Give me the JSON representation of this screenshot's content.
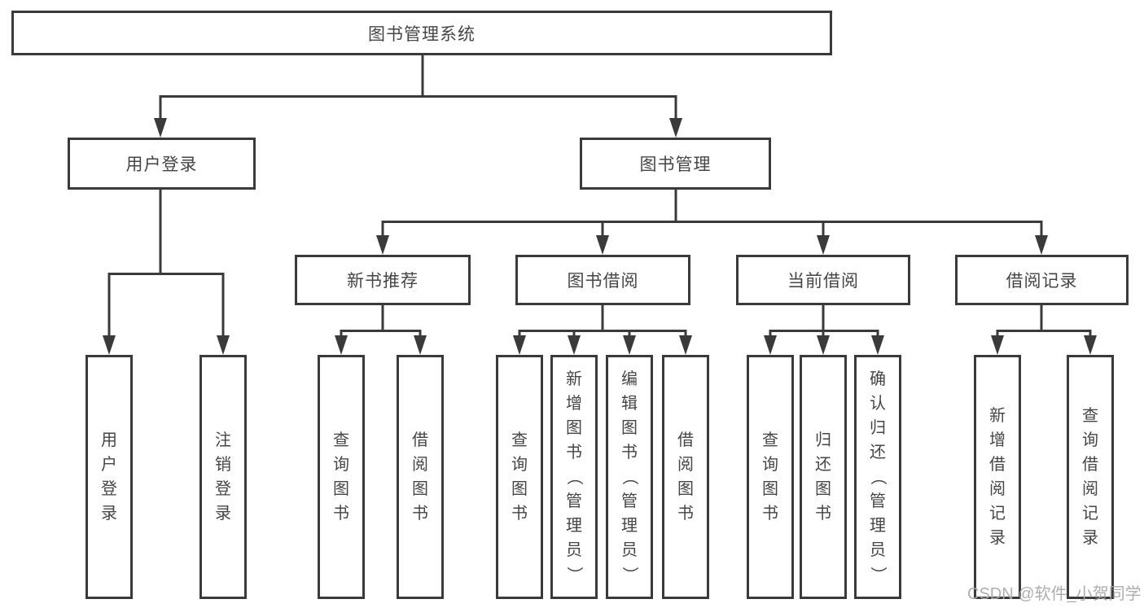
{
  "tree": {
    "root": {
      "label": "图书管理系统",
      "children": [
        {
          "label": "用户登录",
          "children": [
            {
              "label": "用户登录"
            },
            {
              "label": "注销登录"
            }
          ]
        },
        {
          "label": "图书管理",
          "children": [
            {
              "label": "新书推荐",
              "children": [
                {
                  "label": "查询图书"
                },
                {
                  "label": "借阅图书"
                }
              ]
            },
            {
              "label": "图书借阅",
              "children": [
                {
                  "label": "查询图书"
                },
                {
                  "label": "新增图书（管理员）"
                },
                {
                  "label": "编辑图书（管理员）"
                },
                {
                  "label": "借阅图书"
                }
              ]
            },
            {
              "label": "当前借阅",
              "children": [
                {
                  "label": "查询图书"
                },
                {
                  "label": "归还图书"
                },
                {
                  "label": "确认归还（管理员）"
                }
              ]
            },
            {
              "label": "借阅记录",
              "children": [
                {
                  "label": "新增借阅记录"
                },
                {
                  "label": "查询借阅记录"
                }
              ]
            }
          ]
        }
      ]
    }
  },
  "watermark": {
    "text": "CSDN @软件_小贺同学"
  },
  "colors": {
    "line": "#3a3a3a",
    "box_border": "#3a3a3a",
    "text": "#454545",
    "background": "#ffffff",
    "watermark": "#a9a9a9"
  }
}
